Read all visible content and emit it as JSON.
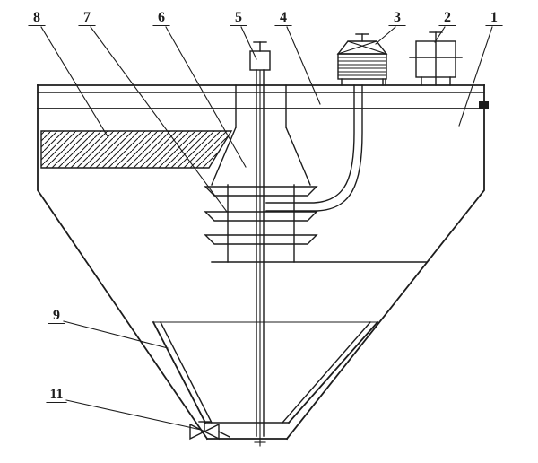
{
  "figure": {
    "kind": "technical-sectional-line-drawing",
    "subject": "conical-bottom thickener tank with center shaft, feedwell baffles, top-mounted drive units, inner cone and bottom discharge valve",
    "background_color": "#ffffff",
    "line_color": "#1c1c1c"
  },
  "callouts": {
    "c1": "1",
    "c2": "2",
    "c3": "3",
    "c4": "4",
    "c5": "5",
    "c6": "6",
    "c7": "7",
    "c8": "8",
    "c9": "9",
    "c11": "11"
  }
}
